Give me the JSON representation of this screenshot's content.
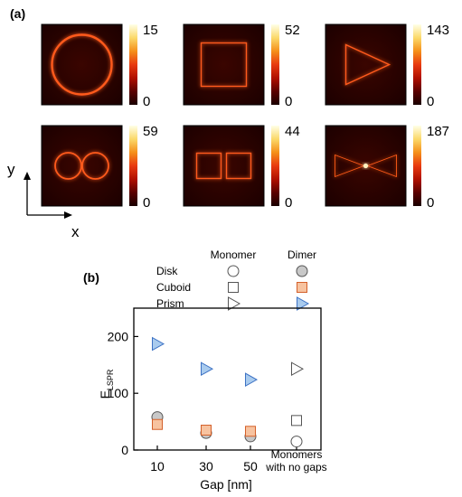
{
  "panel_a": {
    "label": "(a)",
    "axis_y": "y",
    "axis_x": "x",
    "colormap": [
      "#1a0000",
      "#5a0000",
      "#b01000",
      "#e83a10",
      "#f5901a",
      "#fbd96a",
      "#ffffe8"
    ],
    "maps": [
      {
        "name": "disk-monomer",
        "max": "15",
        "min": "0"
      },
      {
        "name": "cuboid-monomer",
        "max": "52",
        "min": "0"
      },
      {
        "name": "prism-monomer",
        "max": "143",
        "min": "0"
      },
      {
        "name": "disk-dimer",
        "max": "59",
        "min": "0"
      },
      {
        "name": "cuboid-dimer",
        "max": "44",
        "min": "0"
      },
      {
        "name": "prism-dimer",
        "max": "187",
        "min": "0"
      }
    ]
  },
  "panel_b": {
    "label": "(b)",
    "legend": {
      "col_monomer": "Monomer",
      "col_dimer": "Dimer",
      "rows": [
        "Disk",
        "Cuboid",
        "Prism"
      ]
    }
  },
  "chart_data": {
    "type": "scatter",
    "title": "",
    "xlabel": "Gap [nm]",
    "ylabel": "E",
    "ylabel_sub": "LSPR",
    "categories": [
      "10",
      "30",
      "50",
      "Monomers\nwith no gaps"
    ],
    "ylim": [
      0,
      250
    ],
    "yticks": [
      0,
      100,
      200
    ],
    "grid": false,
    "series": [
      {
        "name": "Disk Dimer",
        "shape": "circle",
        "fill": "#c8c8c8",
        "stroke": "#555555",
        "points": [
          [
            0,
            58
          ],
          [
            1,
            30
          ],
          [
            2,
            24
          ]
        ]
      },
      {
        "name": "Cuboid Dimer",
        "shape": "square",
        "fill": "#f7c3a0",
        "stroke": "#d4602a",
        "points": [
          [
            0,
            45
          ],
          [
            1,
            35
          ],
          [
            2,
            33
          ]
        ]
      },
      {
        "name": "Prism Dimer",
        "shape": "triangle",
        "fill": "#a9cbee",
        "stroke": "#3d72c4",
        "points": [
          [
            0,
            187
          ],
          [
            1,
            143
          ],
          [
            2,
            124
          ]
        ]
      },
      {
        "name": "Disk Monomer",
        "shape": "circle",
        "fill": "#ffffff",
        "stroke": "#555555",
        "points": [
          [
            3,
            15
          ]
        ]
      },
      {
        "name": "Cuboid Monomer",
        "shape": "square",
        "fill": "#ffffff",
        "stroke": "#555555",
        "points": [
          [
            3,
            52
          ]
        ]
      },
      {
        "name": "Prism Monomer",
        "shape": "triangle",
        "fill": "#ffffff",
        "stroke": "#555555",
        "points": [
          [
            3,
            143
          ]
        ]
      }
    ]
  }
}
